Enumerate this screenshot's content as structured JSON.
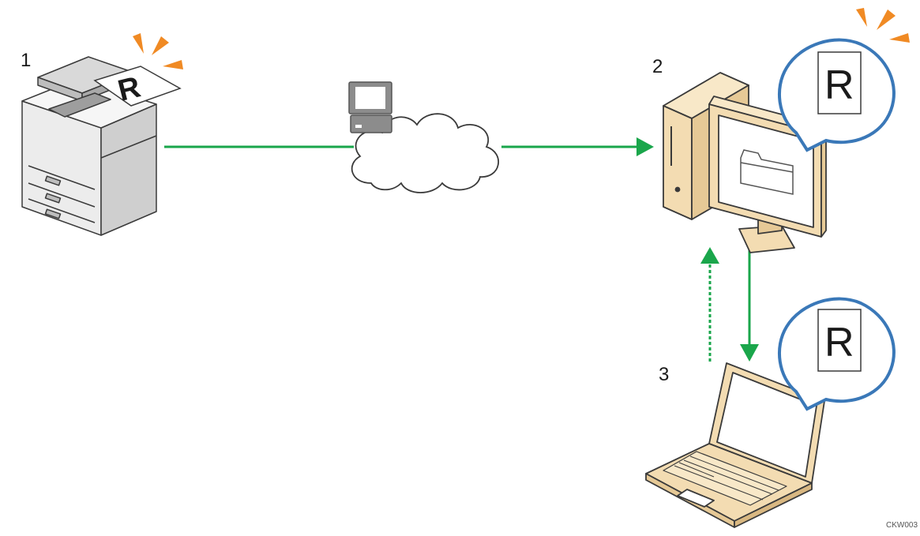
{
  "labels": {
    "mfp_number": "1",
    "server_number": "2",
    "client_number": "3"
  },
  "document_letter": "R",
  "figure_code": "CKW003",
  "colors": {
    "connection_green": "#1aa64b",
    "bubble_blue": "#3a78b8",
    "alert_orange": "#f08a24",
    "pc_beige": "#f3dcb2",
    "device_gray": "#e4e4e4",
    "outline": "#3a3a3a"
  },
  "icons": {
    "mfp": "multifunction-printer-icon",
    "network": "network-cloud-icon",
    "server": "desktop-computer-icon",
    "folder": "folder-icon",
    "client": "laptop-icon",
    "alert": "notification-rays-icon"
  }
}
